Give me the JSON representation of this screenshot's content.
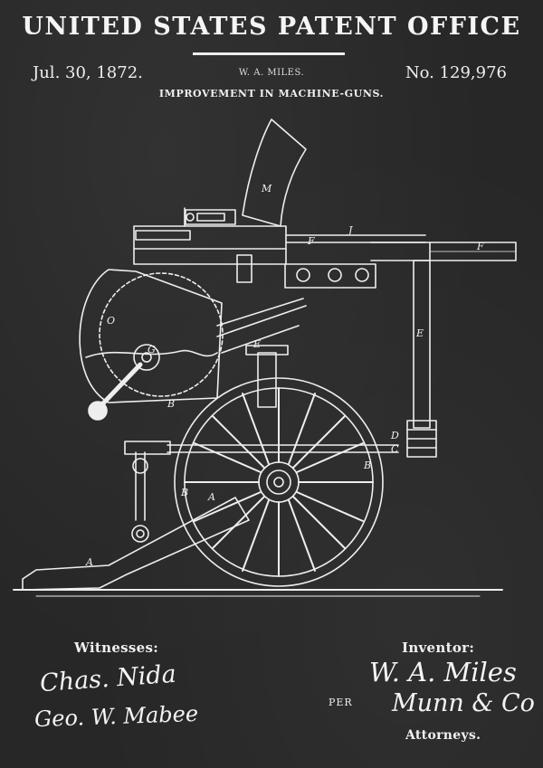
{
  "header": {
    "office_title": "UNITED STATES PATENT OFFICE",
    "date": "Jul. 30, 1872.",
    "inventor_name": "W. A. MILES.",
    "patent_number": "No. 129,976",
    "subject": "IMPROVEMENT IN MACHINE-GUNS."
  },
  "drawing": {
    "letters": [
      "M",
      "J",
      "F",
      "F",
      "E",
      "E",
      "O",
      "G",
      "B",
      "B",
      "A",
      "A",
      "D",
      "C",
      "B"
    ]
  },
  "signatures": {
    "witnesses_label": "Witnesses:",
    "witness_1": "Chas. Nida",
    "witness_2": "Geo. W. Mabee",
    "inventor_label": "Inventor:",
    "inventor_signature": "W. A. Miles",
    "per_label": "PER",
    "attorneys_signature": "Munn & Co",
    "attorneys_label": "Attorneys."
  },
  "colors": {
    "background": "#272727",
    "ink": "#f2f2f2"
  }
}
